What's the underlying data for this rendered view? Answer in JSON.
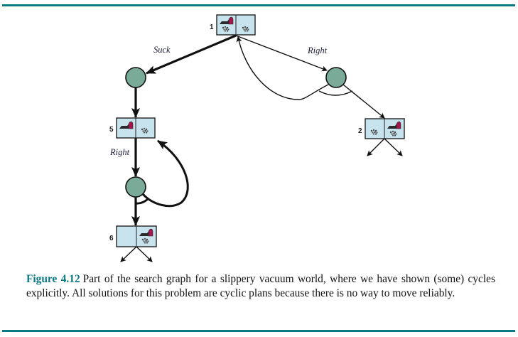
{
  "figure": {
    "label": "Figure 4.12",
    "caption": "Part of the search graph for a slippery vacuum world, where we have shown (some) cycles explicitly. All solutions for this problem are cyclic plans because there is no way to move reliably."
  },
  "colors": {
    "rule": "#0a7a82",
    "state_fill": "#c6e3ee",
    "chance_node_fill": "#7aab98",
    "vacuum_bag": "#a3164d",
    "edge": "#111111"
  },
  "states": [
    {
      "id": "1",
      "label": "1",
      "vacuum_location": "left",
      "dirt_left": true,
      "dirt_right": true
    },
    {
      "id": "5",
      "label": "5",
      "vacuum_location": "left",
      "dirt_left": false,
      "dirt_right": true
    },
    {
      "id": "2",
      "label": "2",
      "vacuum_location": "right",
      "dirt_left": true,
      "dirt_right": true
    },
    {
      "id": "6",
      "label": "6",
      "vacuum_location": "right",
      "dirt_left": false,
      "dirt_right": true
    }
  ],
  "chance_nodes": [
    {
      "id": "suck-from-1",
      "action_from": "1"
    },
    {
      "id": "right-from-1",
      "action_from": "1"
    },
    {
      "id": "right-from-5",
      "action_from": "5"
    }
  ],
  "edges": [
    {
      "from": "1",
      "to": "suck-from-1",
      "label": "Suck",
      "in_solution": true
    },
    {
      "from": "suck-from-1",
      "to": "5",
      "label": "",
      "in_solution": true
    },
    {
      "from": "1",
      "to": "right-from-1",
      "label": "Right",
      "in_solution": false
    },
    {
      "from": "right-from-1",
      "to": "2",
      "label": "",
      "in_solution": false
    },
    {
      "from": "right-from-1",
      "to": "1",
      "label": "",
      "in_solution": false,
      "cycle": true
    },
    {
      "from": "5",
      "to": "right-from-5",
      "label": "Right",
      "in_solution": true
    },
    {
      "from": "right-from-5",
      "to": "6",
      "label": "",
      "in_solution": true
    },
    {
      "from": "right-from-5",
      "to": "5",
      "label": "",
      "in_solution": true,
      "cycle": true
    }
  ]
}
